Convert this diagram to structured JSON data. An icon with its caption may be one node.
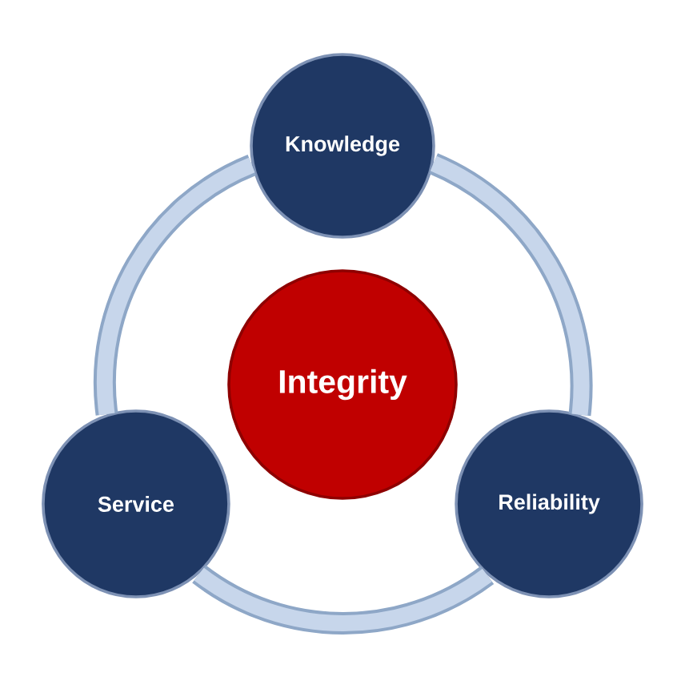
{
  "diagram": {
    "nodes": [
      {
        "text": [
          "Knowledge"
        ]
      },
      {
        "text": [
          "Integrity"
        ]
      },
      {
        "text": [
          "Service"
        ]
      },
      {
        "text": [
          "Reliability"
        ]
      }
    ],
    "edges": [
      {
        "from": 0,
        "to": 3,
        "arrow": "none"
      },
      {
        "from": 3,
        "to": 2,
        "arrow": "none"
      },
      {
        "from": 2,
        "to": 0,
        "arrow": "none"
      }
    ]
  }
}
